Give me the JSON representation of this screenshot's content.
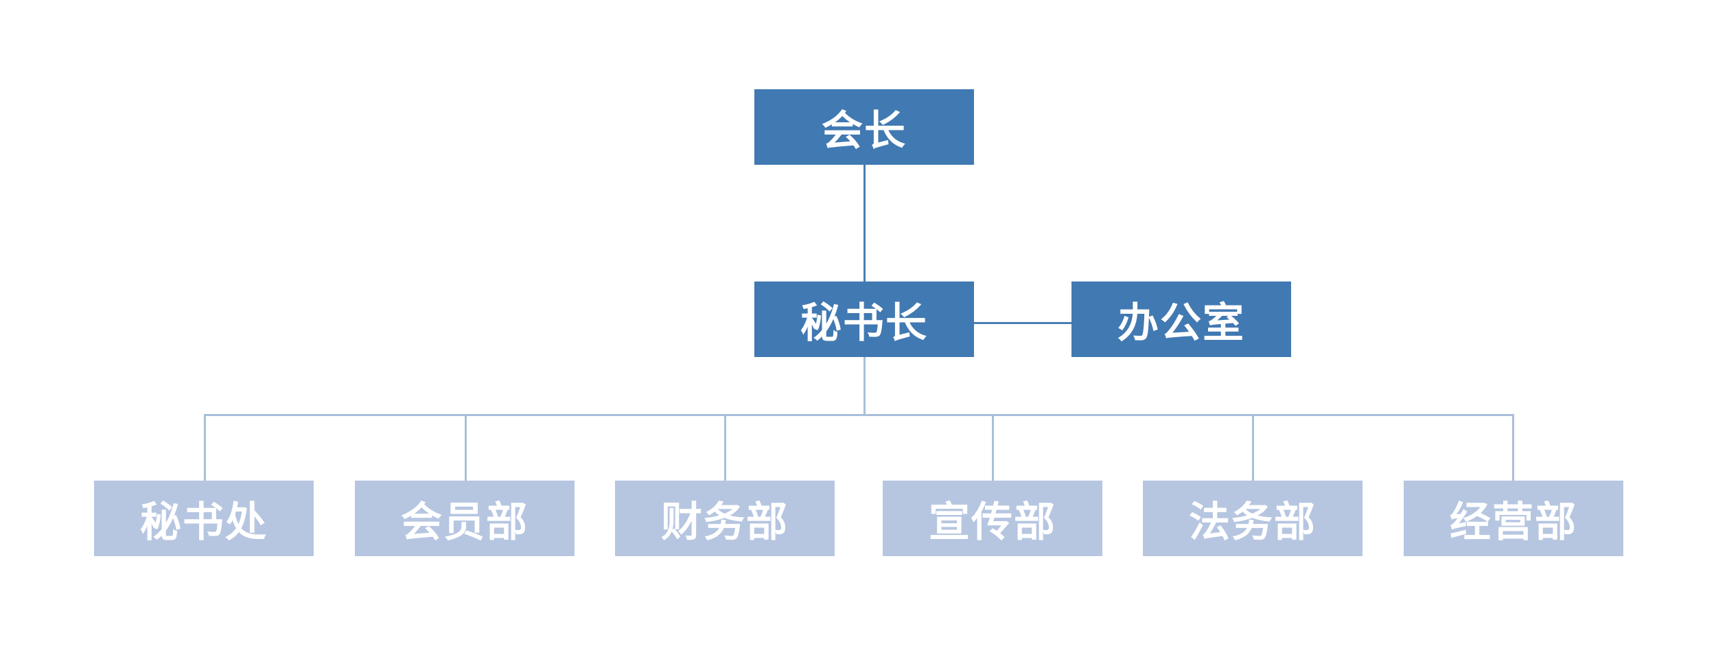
{
  "org_chart": {
    "president": "会长",
    "secretary_general": "秘书长",
    "office": "办公室",
    "departments": [
      {
        "label": "秘书处"
      },
      {
        "label": "会员部"
      },
      {
        "label": "财务部"
      },
      {
        "label": "宣传部"
      },
      {
        "label": "法务部"
      },
      {
        "label": "经营部"
      }
    ]
  },
  "colors": {
    "top_nodes": "#4179b2",
    "department_nodes": "#b6c6e1",
    "connector": "#4a7db3",
    "department_connector": "#a9bfd9"
  }
}
